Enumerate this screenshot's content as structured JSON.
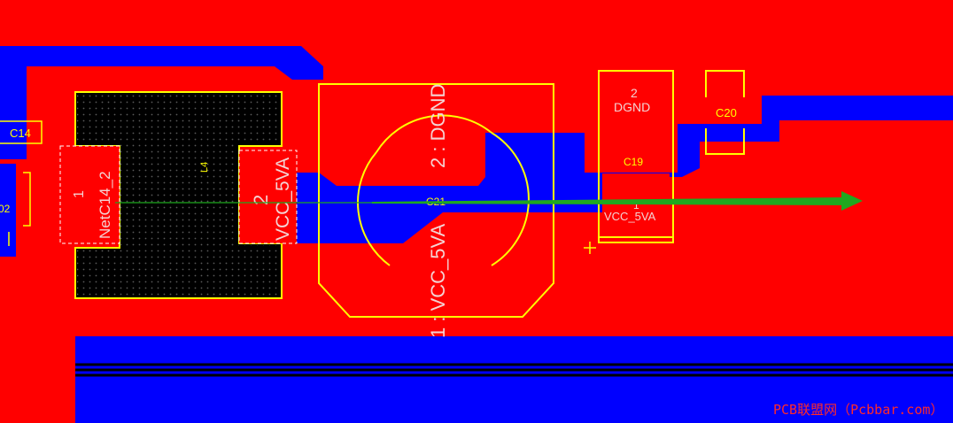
{
  "colors": {
    "top_copper": "#ff0000",
    "bottom_copper": "#0000ff",
    "silkscreen": "#ffff00",
    "pad_text": "#f4d3d3",
    "ruler": "#1fa81f",
    "board": "#000000"
  },
  "components": {
    "c14": {
      "designator": "C14"
    },
    "c19": {
      "designator": "C19",
      "pad_top_num": "2",
      "pad_top_net": "DGND",
      "pad_bottom_num": "1",
      "pad_bottom_net": "VCC_5VA"
    },
    "c20": {
      "designator": "C20"
    },
    "c21": {
      "designator": "C21",
      "pad_top": "2 : DGND",
      "pad_bottom": "1 : VCC_5VA"
    },
    "l4": {
      "designator": "L4",
      "pad1_num": "1",
      "pad1_net": "NetC14_2",
      "pad2_num": "2",
      "pad2_net": "VCC_5VA"
    },
    "partial_left": {
      "designator": "02"
    }
  },
  "watermark": "PCB联盟网（Pcbbar.com）"
}
